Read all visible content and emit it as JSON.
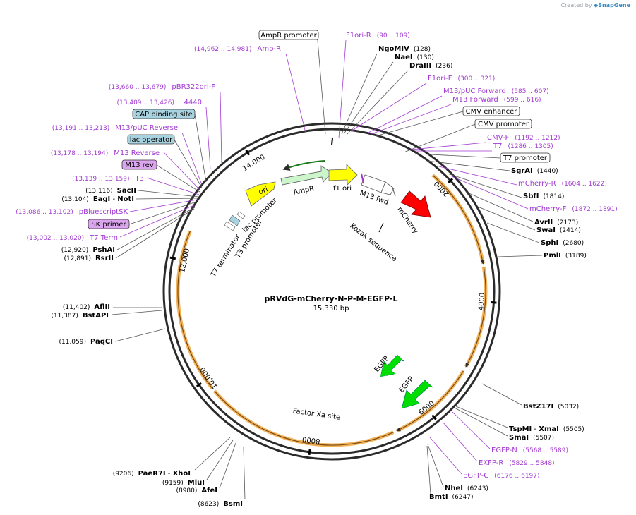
{
  "credit": {
    "prefix": "Created by",
    "brand": "SnapGene"
  },
  "plasmid": {
    "name": "pRVdG-mCherry-N-P-M-EGFP-L",
    "length": "15,330 bp"
  },
  "ruler": [
    "2000",
    "4000",
    "6000",
    "8000",
    "10,000",
    "12,000",
    "14,000"
  ],
  "colors": {
    "primer": "#a23ad1",
    "enzyme": "#000000",
    "promoter_fill": "#ffffff",
    "binding_fill": "#a9d2e0",
    "primer_box_fill": "#dca6ef",
    "ampr": "#ccf5cc",
    "ori": "#ffff00",
    "mcherry": "#ff0000",
    "egfp": "#00dd00",
    "orf_band": "#f2b35a"
  },
  "features": {
    "ampr": "AmpR",
    "ori": "ori",
    "f1ori": "f1 ori",
    "m13fwd": "M13 fwd",
    "mcherry": "mCherry",
    "kozak": "Kozak sequence",
    "egfp1": "EGFP",
    "egfp2": "EGFP",
    "factorxa": "Factor Xa site",
    "t7term": "T7 terminator",
    "lacprom": "lac promoter",
    "t3prom": "T3 promoter"
  },
  "labels": {
    "ampr_promoter": "AmpR promoter",
    "f1ori_r": {
      "name": "F1ori-R",
      "pos": "(90 .. 109)"
    },
    "amp_r": {
      "pos": "(14,962 .. 14,981)",
      "name": "Amp-R"
    },
    "ngomiv": {
      "name": "NgoMIV",
      "pos": "(128)"
    },
    "naei": {
      "name": "NaeI",
      "pos": "(130)"
    },
    "draiii": {
      "name": "DraIII",
      "pos": "(236)"
    },
    "f1ori_f": {
      "name": "F1ori-F",
      "pos": "(300 .. 321)"
    },
    "m13puc_fwd": {
      "name": "M13/pUC Forward",
      "pos": "(585 .. 607)"
    },
    "m13_fwd": {
      "name": "M13 Forward",
      "pos": "(599 .. 616)"
    },
    "cmv_enh": "CMV enhancer",
    "cmv_prom": "CMV promoter",
    "cmv_f": {
      "name": "CMV-F",
      "pos": "(1192 .. 1212)"
    },
    "t7": {
      "name": "T7",
      "pos": "(1286 .. 1305)"
    },
    "t7_prom": "T7 promoter",
    "sgrai": {
      "name": "SgrAI",
      "pos": "(1440)"
    },
    "mcherry_r": {
      "name": "mCherry-R",
      "pos": "(1604 .. 1622)"
    },
    "sbfi": {
      "name": "SbfI",
      "pos": "(1814)"
    },
    "mcherry_f": {
      "name": "mCherry-F",
      "pos": "(1872 .. 1891)"
    },
    "avrii": {
      "name": "AvrII",
      "pos": "(2173)"
    },
    "swai": {
      "name": "SwaI",
      "pos": "(2414)"
    },
    "sphi": {
      "name": "SphI",
      "pos": "(2680)"
    },
    "pmli": {
      "name": "PmlI",
      "pos": "(3189)"
    },
    "bst17i": {
      "name": "BstZ17I",
      "pos": "(5032)"
    },
    "tspmi": {
      "name": "TspMI",
      "sep": "-",
      "name2": "XmaI",
      "pos": "(5505)"
    },
    "smai": {
      "name": "SmaI",
      "pos": "(5507)"
    },
    "egfp_n": {
      "name": "EGFP-N",
      "pos": "(5568 .. 5589)"
    },
    "exfp_r": {
      "name": "EXFP-R",
      "pos": "(5829 .. 5848)"
    },
    "egfp_c": {
      "name": "EGFP-C",
      "pos": "(6176 .. 6197)"
    },
    "nhei": {
      "name": "NheI",
      "pos": "(6243)"
    },
    "bmti": {
      "name": "BmtI",
      "pos": "(6247)"
    },
    "pbr322": {
      "pos": "(13,660 .. 13,679)",
      "name": "pBR322ori-F"
    },
    "l4440": {
      "pos": "(13,409 .. 13,426)",
      "name": "L4440"
    },
    "cap": "CAP binding site",
    "m13puc_rev": {
      "pos": "(13,191 .. 13,213)",
      "name": "M13/pUC Reverse"
    },
    "lacop": "lac operator",
    "m13_rev_primer": {
      "pos": "(13,178 .. 13,194)",
      "name": "M13 Reverse"
    },
    "m13rev": "M13 rev",
    "t3": {
      "pos": "(13,139 .. 13,159)",
      "name": "T3"
    },
    "saci": {
      "pos": "(13,116)",
      "name": "SacII"
    },
    "eagi": {
      "pos": "(13,104)",
      "name": "EagI",
      "sep": "-",
      "name2": "NotI"
    },
    "pbluescript": {
      "pos": "(13,086 .. 13,102)",
      "name": "pBluescriptSK"
    },
    "skprimer": "SK primer",
    "t7term_primer": {
      "pos": "(13,002 .. 13,020)",
      "name": "T7 Term"
    },
    "pshai": {
      "pos": "(12,920)",
      "name": "PshAI"
    },
    "rsrii": {
      "pos": "(12,891)",
      "name": "RsrII"
    },
    "aflii": {
      "pos": "(11,402)",
      "name": "AflII"
    },
    "bstapi": {
      "pos": "(11,387)",
      "name": "BstAPI"
    },
    "paqci": {
      "pos": "(11,059)",
      "name": "PaqCI"
    },
    "paer7i": {
      "pos": "(9206)",
      "name": "PaeR7I",
      "sep": "-",
      "name2": "XhoI"
    },
    "mlui": {
      "pos": "(9159)",
      "name": "MluI"
    },
    "afei": {
      "pos": "(8980)",
      "name": "AfeI"
    },
    "bsmi": {
      "pos": "(8623)",
      "name": "BsmI"
    }
  }
}
